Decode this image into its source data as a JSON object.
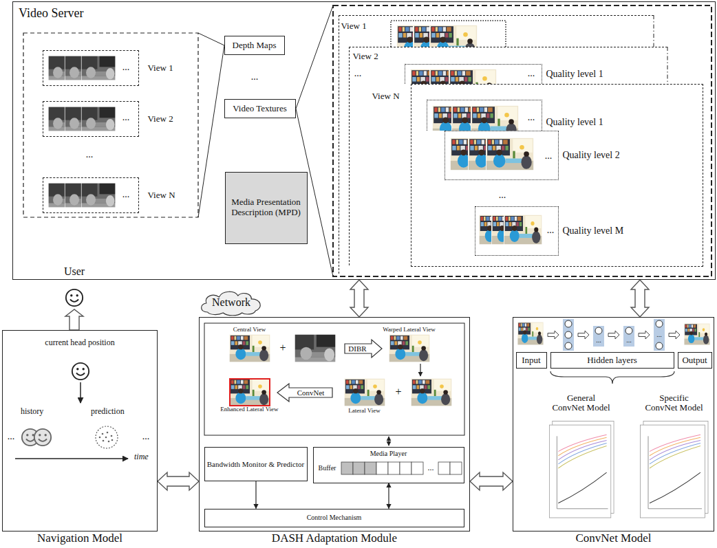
{
  "diagram": {
    "nodes": [
      {
        "text": [
          "Video Server"
        ]
      },
      {
        "text": [
          "View 1"
        ],
        "in": 0
      },
      {
        "text": [
          "View 2"
        ],
        "in": 0
      },
      {
        "text": [
          "View N"
        ],
        "in": 0
      },
      {
        "text": [
          "Depth Maps"
        ],
        "in": 0
      },
      {
        "text": [
          "Video Textures"
        ],
        "in": 0
      },
      {
        "text": [
          "Media Presentation Description (MPD)"
        ],
        "in": 0
      },
      {
        "text": [
          "View 1"
        ],
        "in": 0
      },
      {
        "text": [
          "View 2"
        ],
        "in": 0
      },
      {
        "text": [
          "Quality level 1"
        ],
        "in": 8
      },
      {
        "text": [
          "View N"
        ],
        "in": 0
      },
      {
        "text": [
          "Quality level 1"
        ],
        "in": 10
      },
      {
        "text": [
          "Quality level 2"
        ],
        "in": 10
      },
      {
        "text": [
          "Quality level M"
        ],
        "in": 10
      },
      {
        "text": [
          "Network"
        ]
      },
      {
        "text": [
          "User"
        ]
      },
      {
        "text": [
          "current head position",
          "history",
          "prediction",
          "time",
          "Navigation Model"
        ]
      },
      {
        "text": [
          "DASH Adaptation Module"
        ]
      },
      {
        "text": [
          "Central View"
        ],
        "in": 17
      },
      {
        "text": [
          "DIBR"
        ],
        "in": 17
      },
      {
        "text": [
          "Warped Lateral View"
        ],
        "in": 17
      },
      {
        "text": [
          "Enhanced Lateral View"
        ],
        "in": 17
      },
      {
        "text": [
          "ConvNet"
        ],
        "in": 17
      },
      {
        "text": [
          "Lateral View"
        ],
        "in": 17
      },
      {
        "text": [
          "Bandwidth Monitor & Predictor"
        ],
        "in": 17
      },
      {
        "text": [
          "Media Player",
          "Buffer"
        ],
        "in": 17
      },
      {
        "text": [
          "Control Mechanism"
        ],
        "in": 17
      },
      {
        "text": [
          "ConvNet Model"
        ]
      },
      {
        "text": [
          "Input"
        ],
        "in": 27
      },
      {
        "text": [
          "Hidden layers"
        ],
        "in": 27
      },
      {
        "text": [
          "Output"
        ],
        "in": 27
      },
      {
        "text": [
          "General ConvNet Model"
        ],
        "in": 27
      },
      {
        "text": [
          "Specific ConvNet Model"
        ],
        "in": 27
      }
    ],
    "edges": [
      {
        "from": 0,
        "to": 17,
        "arrow": "both"
      },
      {
        "from": 0,
        "to": 27,
        "arrow": "both"
      },
      {
        "from": 16,
        "to": 15,
        "arrow": "to"
      },
      {
        "from": 16,
        "to": 17,
        "arrow": "both"
      },
      {
        "from": 17,
        "to": 27,
        "arrow": "both"
      },
      {
        "from": 24,
        "to": 26,
        "arrow": "to"
      },
      {
        "from": 25,
        "to": 26,
        "arrow": "both"
      }
    ],
    "labels": [
      "...",
      "...",
      "...",
      "...",
      "...",
      "...",
      "...",
      "...",
      "...",
      "...",
      "...",
      "...",
      "...",
      "+",
      "+",
      "...",
      "...",
      "...",
      "..."
    ]
  }
}
